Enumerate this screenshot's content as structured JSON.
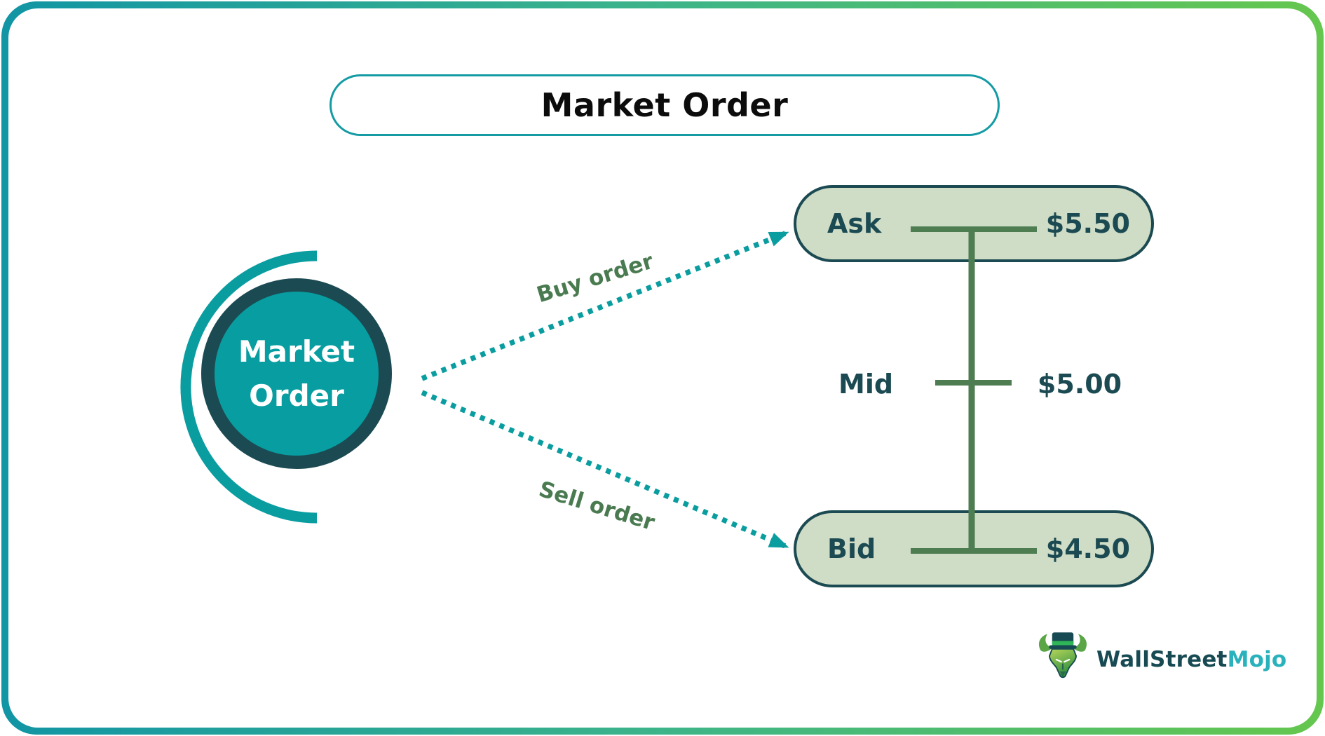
{
  "title": "Market Order",
  "circle": {
    "line1": "Market",
    "line2": "Order"
  },
  "arrows": {
    "buy_label": "Buy order",
    "sell_label": "Sell order"
  },
  "ladder": {
    "ask_label": "Ask",
    "ask_price": "$5.50",
    "mid_label": "Mid",
    "mid_price": "$5.00",
    "bid_label": "Bid",
    "bid_price": "$4.50"
  },
  "logo": {
    "wallstreet": "WallStreet",
    "mojo": "Mojo"
  },
  "colors": {
    "frame_gradient_left": "#1295a4",
    "frame_gradient_right": "#65c74e",
    "circle_fill": "#089da0",
    "dark_teal": "#1b4a52",
    "box_fill": "#cfdcc6",
    "ladder_green": "#4e7d52",
    "arrow_label_green": "#4a7b50",
    "arrow_teal": "#0a9da0",
    "title_border_teal": "#149ba4",
    "logo_mojo_cyan": "#29b2bc"
  }
}
